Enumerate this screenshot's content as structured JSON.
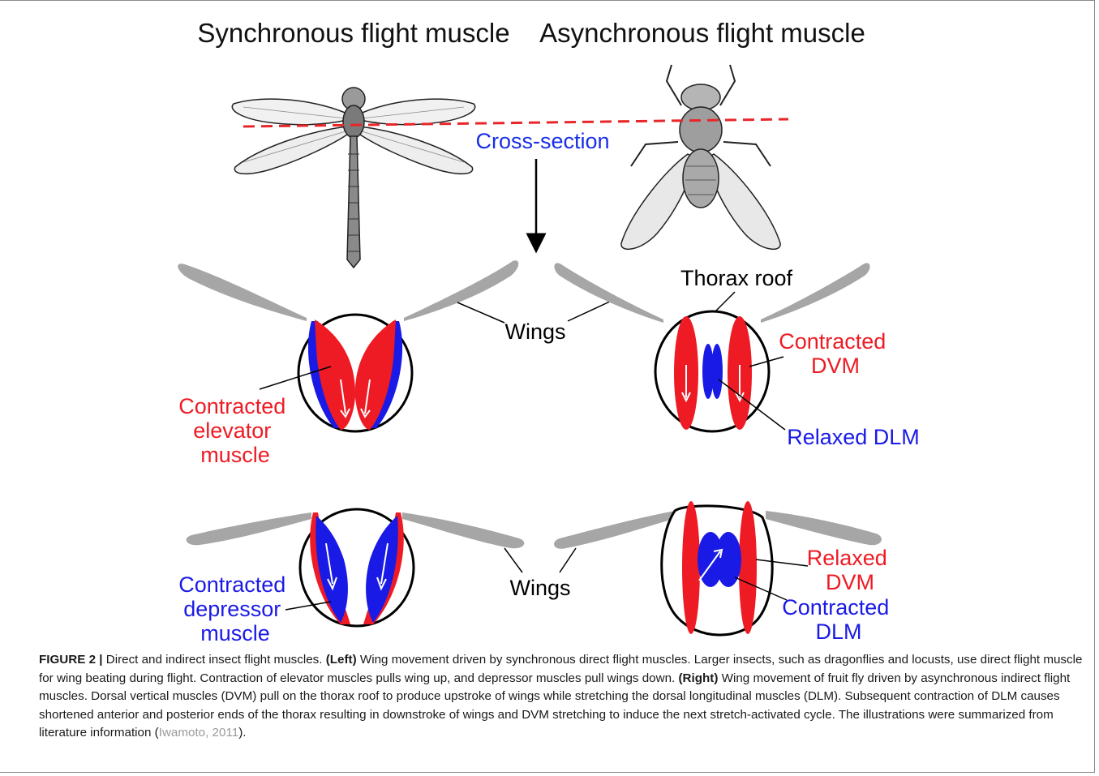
{
  "figure": {
    "title_left": "Synchronous flight muscle",
    "title_right": "Asynchronous flight muscle",
    "label_cross_section": "Cross-section",
    "label_thorax_roof": "Thorax roof",
    "label_wings_top": "Wings",
    "label_wings_bottom": "Wings",
    "label_contracted_elevator": [
      "Contracted",
      "elevator",
      "muscle"
    ],
    "label_contracted_dvm": [
      "Contracted",
      "DVM"
    ],
    "label_relaxed_dlm": "Relaxed DLM",
    "label_contracted_depressor": [
      "Contracted",
      "depressor",
      "muscle"
    ],
    "label_relaxed_dvm": [
      "Relaxed",
      "DVM"
    ],
    "label_contracted_dlm": [
      "Contracted",
      "DLM"
    ],
    "colors": {
      "contracted_red": "#ee1b24",
      "relaxed_blue": "#1a1ae6",
      "cross_section_blue": "#1a2ee6",
      "dashed_line": "#e8262a",
      "wing_gray": "#a6a6a6"
    }
  },
  "caption": {
    "figure_label": "FIGURE 2 |",
    "intro": " Direct and indirect insect flight muscles. ",
    "left_label": "(Left)",
    "left_text": " Wing movement driven by synchronous direct flight muscles. Larger insects, such as dragonflies and locusts, use direct flight muscle for wing beating during flight. Contraction of elevator muscles pulls wing up, and depressor muscles pull wings down. ",
    "right_label": "(Right)",
    "right_text": " Wing movement of fruit fly driven by asynchronous indirect flight muscles. Dorsal vertical muscles (DVM) pull on the thorax roof to produce upstroke of wings while stretching the dorsal longitudinal muscles (DLM). Subsequent contraction of DLM causes shortened anterior and posterior ends of the thorax resulting in downstroke of wings and DVM stretching to induce the next stretch-activated cycle. The illustrations were summarized from literature information (",
    "citation": "Iwamoto, 2011",
    "closing": ")."
  }
}
